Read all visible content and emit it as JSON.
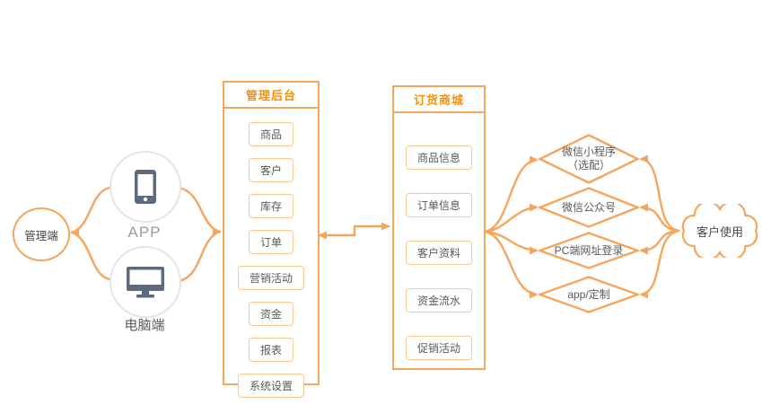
{
  "palette": {
    "line_orange": "#F6A55C",
    "title_orange": "#F2910D",
    "chip_border": "#F9C893",
    "text_gray": "#595959",
    "icon_slate": "#5C6B80",
    "circle_border": "#E4E4E4"
  },
  "left_cloud": {
    "label": "管理端"
  },
  "devices": {
    "app": {
      "label": "APP",
      "icon": "smartphone-icon"
    },
    "pc": {
      "label": "电脑端",
      "icon": "desktop-icon"
    }
  },
  "backend_panel": {
    "title": "管理后台",
    "items": [
      "商品",
      "客户",
      "库存",
      "订单",
      "营销活动",
      "资金",
      "报表",
      "系统设置"
    ]
  },
  "mall_panel": {
    "title": "订货商城",
    "items": [
      "商品信息",
      "订单信息",
      "客户资料",
      "资金流水",
      "促销活动"
    ]
  },
  "channels": [
    {
      "line1": "微信小程序",
      "line2": "（选配）"
    },
    {
      "line1": "微信公众号",
      "line2": ""
    },
    {
      "line1": "PC端网址登录",
      "line2": ""
    },
    {
      "line1": "app/定制",
      "line2": ""
    }
  ],
  "right_cloud": {
    "label": "客户使用"
  }
}
